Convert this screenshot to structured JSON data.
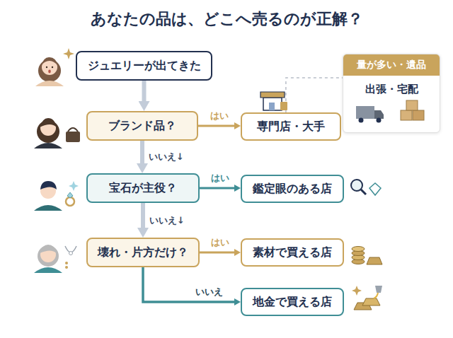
{
  "diagram": {
    "title": "あなたの品は、どこへ売るのが正解？",
    "nodes": [
      {
        "text": [
          "ジュエリーが出てきた"
        ]
      },
      {
        "text": [
          "ブランド品？"
        ]
      },
      {
        "text": [
          "専門店・大手"
        ]
      },
      {
        "text": [
          "量が多い・遺品",
          "出張・宅配"
        ]
      },
      {
        "text": [
          "宝石が主役？"
        ]
      },
      {
        "text": [
          "鑑定眼のある店"
        ]
      },
      {
        "text": [
          "壊れ・片方だけ？"
        ]
      },
      {
        "text": [
          "素材で買える店"
        ]
      },
      {
        "text": [
          "地金で買える店"
        ]
      }
    ],
    "edges": [
      {
        "from": 0,
        "to": 1,
        "arrow": "to"
      },
      {
        "from": 1,
        "to": 2,
        "label": "はい",
        "arrow": "to"
      },
      {
        "from": 2,
        "to": 3,
        "arrow": "none"
      },
      {
        "from": 1,
        "to": 4,
        "label": "いいえ↓",
        "arrow": "to"
      },
      {
        "from": 4,
        "to": 5,
        "label": "はい",
        "arrow": "to"
      },
      {
        "from": 4,
        "to": 6,
        "label": "いいえ↓",
        "arrow": "to"
      },
      {
        "from": 6,
        "to": 7,
        "label": "はい",
        "arrow": "to"
      },
      {
        "from": 6,
        "to": 8,
        "label": "いいえ",
        "arrow": "to"
      }
    ]
  }
}
